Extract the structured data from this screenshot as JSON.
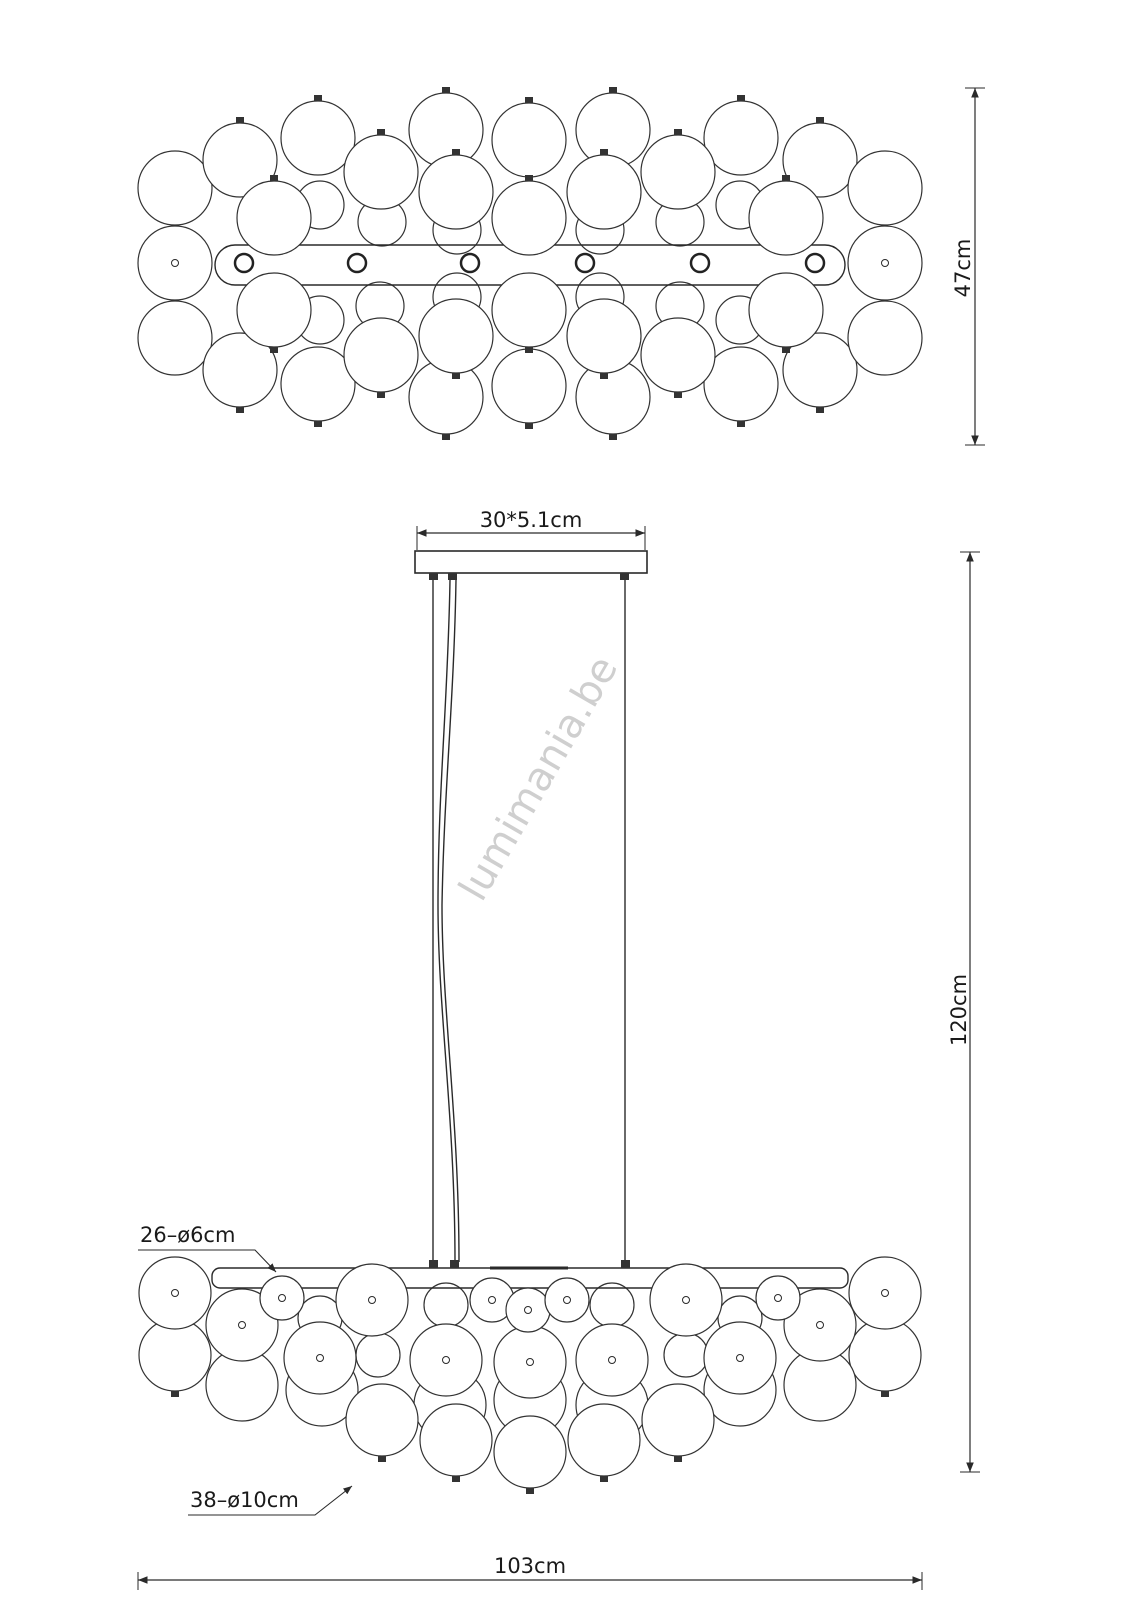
{
  "diagram": {
    "dimensions": {
      "total_height_top_view": "47cm",
      "suspension_height": "120cm",
      "canopy": "30*5.1cm",
      "total_width": "103cm",
      "small_globes": "26–ø6cm",
      "large_globes": "38–ø10cm"
    },
    "watermark": "lumimania.be"
  }
}
